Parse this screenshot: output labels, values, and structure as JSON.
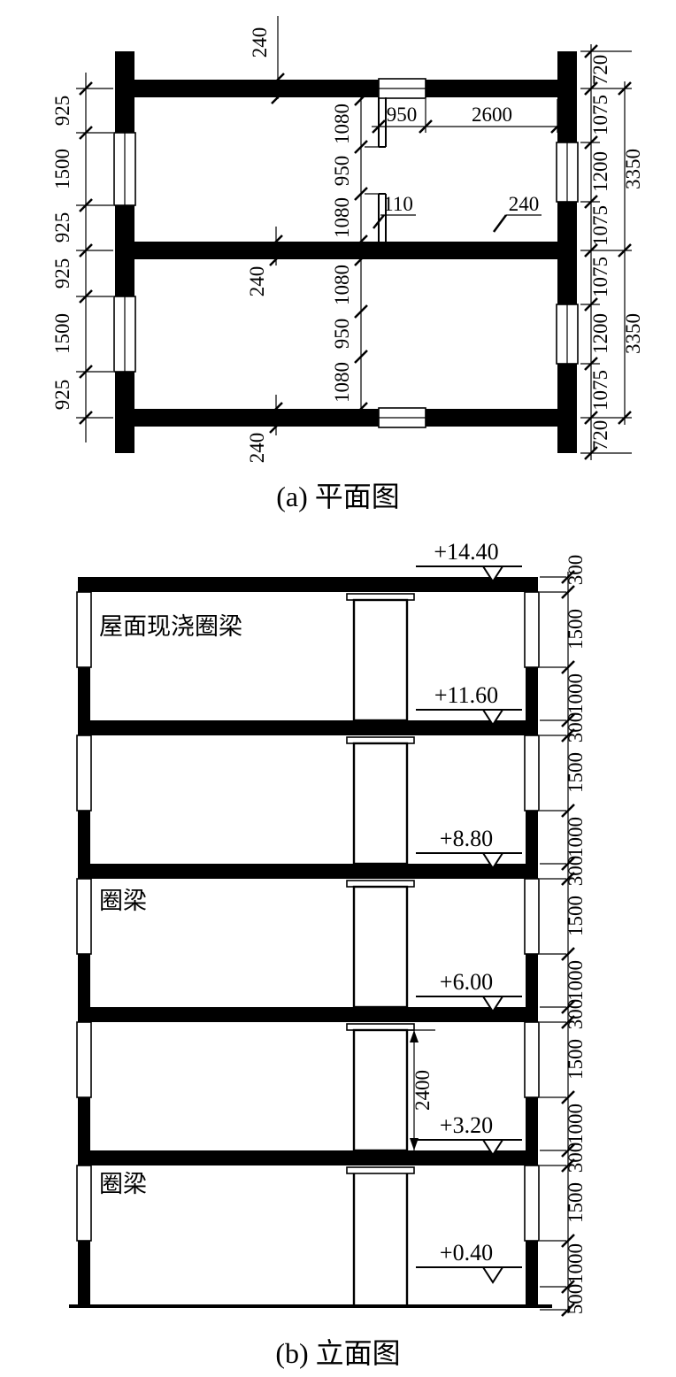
{
  "plan": {
    "caption": "(a) 平面图",
    "left_dims": [
      "925",
      "1500",
      "925",
      "925",
      "1500",
      "925"
    ],
    "right_inner_dims": [
      "720",
      "1075",
      "1200",
      "1075",
      "1075",
      "1200",
      "1075",
      "720"
    ],
    "right_outer_dims": [
      "3350",
      "3350"
    ],
    "top_dims": [
      "950",
      "2600"
    ],
    "partition_thickness": "110",
    "wall_thickness": "240",
    "top_wall_thickness": "240",
    "mid_wall_thickness": "240",
    "bottom_wall_thickness": "240",
    "top_room_dims": [
      "1080",
      "950",
      "1080"
    ],
    "bottom_room_dims": [
      "1080",
      "950",
      "1080"
    ]
  },
  "elevation": {
    "caption": "(b) 立面图",
    "levels": [
      "+14.40",
      "+11.60",
      "+8.80",
      "+6.00",
      "+3.20",
      "+0.40"
    ],
    "roof_beam_label": "屋面现浇圈梁",
    "ring_beam_label_mid": "圈梁",
    "ring_beam_label_lower": "圈梁",
    "door_height_dim": "2400",
    "right_dims": [
      "300",
      "1500",
      "1000",
      "300",
      "1500",
      "1000",
      "300",
      "1500",
      "1000",
      "300",
      "1500",
      "1000",
      "300",
      "1500",
      "1000",
      "500"
    ]
  }
}
